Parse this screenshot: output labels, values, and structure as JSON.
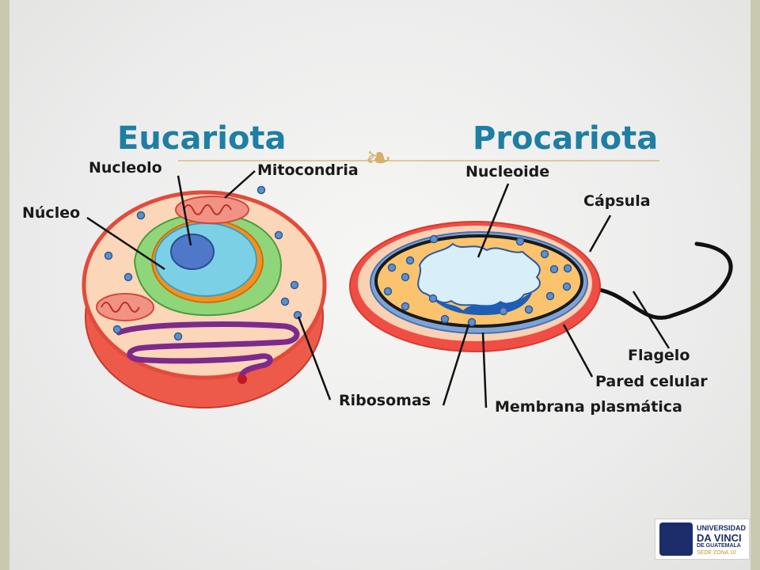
{
  "slide": {
    "ornament": "❧",
    "colors": {
      "frame": "#c9c9b0",
      "title": "#1f7ea3",
      "accent_line": "#d4b06a"
    }
  },
  "diagram": {
    "eukaryote": {
      "title": "Eucariota",
      "labels": {
        "nucleolus": "Nucleolo",
        "mitochondria": "Mitocondria",
        "nucleus": "Núcleo",
        "ribosomes": "Ribosomas"
      }
    },
    "prokaryote": {
      "title": "Procariota",
      "labels": {
        "nucleoid": "Nucleoide",
        "capsule": "Cápsula",
        "flagellum": "Flagelo",
        "cell_wall": "Pared celular",
        "plasma_membrane": "Membrana plasmática"
      }
    }
  },
  "logo": {
    "line1": "UNIVERSIDAD",
    "line2": "DA VINCI",
    "line3": "DE GUATEMALA",
    "line4": "SEDE ZONA 10"
  }
}
